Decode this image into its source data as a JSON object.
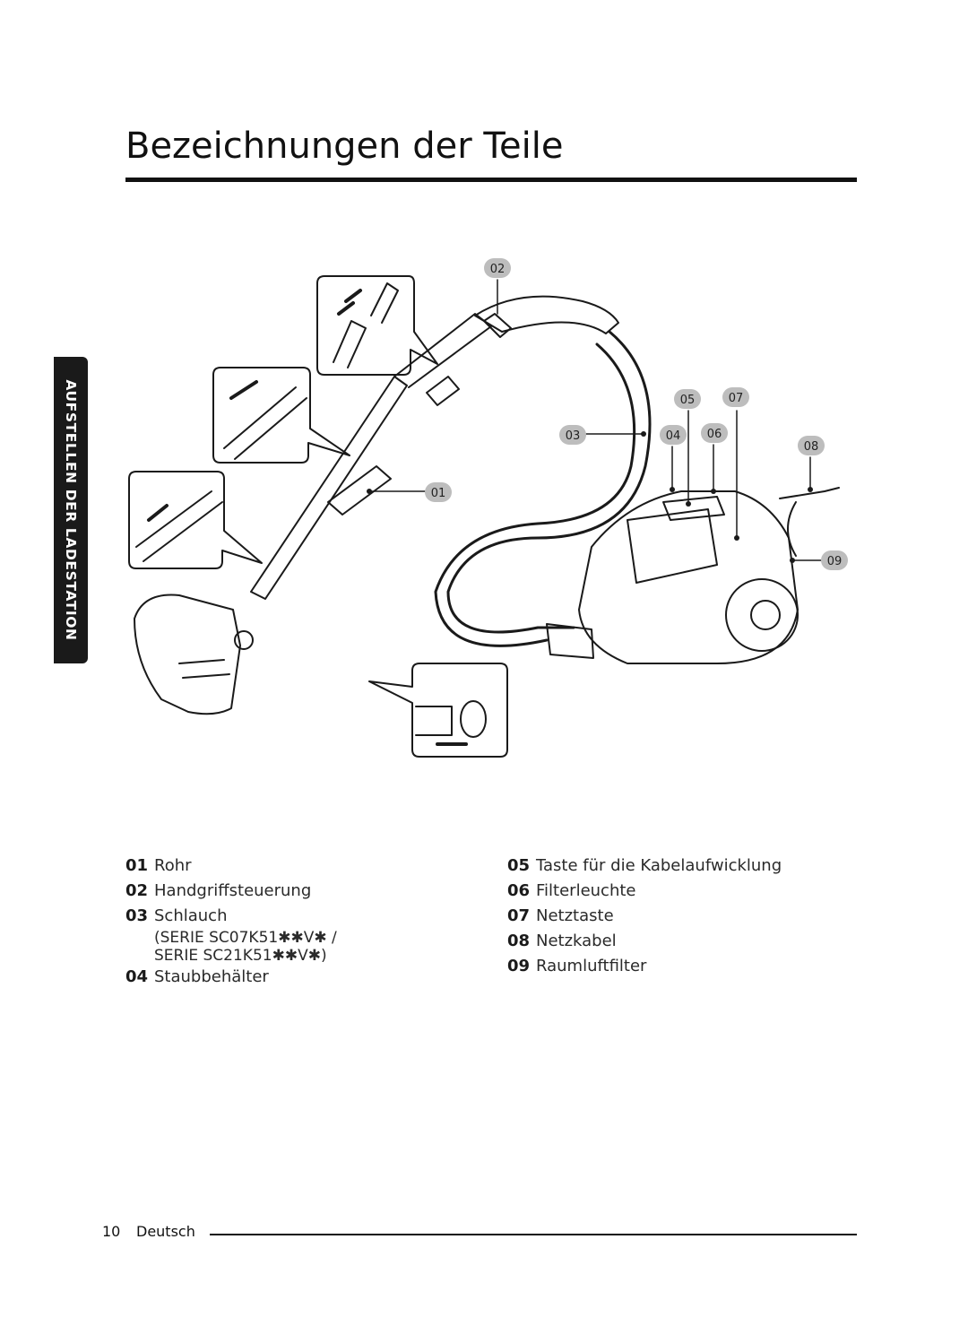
{
  "title": "Bezeichnungen der Teile",
  "side_tab": "AUFSTELLEN DER LADESTATION",
  "callouts": [
    "01",
    "02",
    "03",
    "04",
    "05",
    "06",
    "07",
    "08",
    "09"
  ],
  "parts_left": [
    {
      "num": "01",
      "label": "Rohr"
    },
    {
      "num": "02",
      "label": "Handgriffsteuerung"
    },
    {
      "num": "03",
      "label": "Schlauch",
      "note_1": "(SERIE SC07K51✱✱V✱ /",
      "note_2": "SERIE SC21K51✱✱V✱)"
    },
    {
      "num": "04",
      "label": "Staubbehälter"
    }
  ],
  "parts_right": [
    {
      "num": "05",
      "label": "Taste für die Kabelaufwicklung"
    },
    {
      "num": "06",
      "label": "Filterleuchte"
    },
    {
      "num": "07",
      "label": "Netztaste"
    },
    {
      "num": "08",
      "label": "Netzkabel"
    },
    {
      "num": "09",
      "label": "Raumluftfilter"
    }
  ],
  "footer": {
    "page": "10",
    "language": "Deutsch"
  },
  "colors": {
    "text": "#1a1a1a",
    "callout_fill": "#bdbdbd",
    "tab_bg": "#1a1a1a",
    "line": "#111111"
  }
}
